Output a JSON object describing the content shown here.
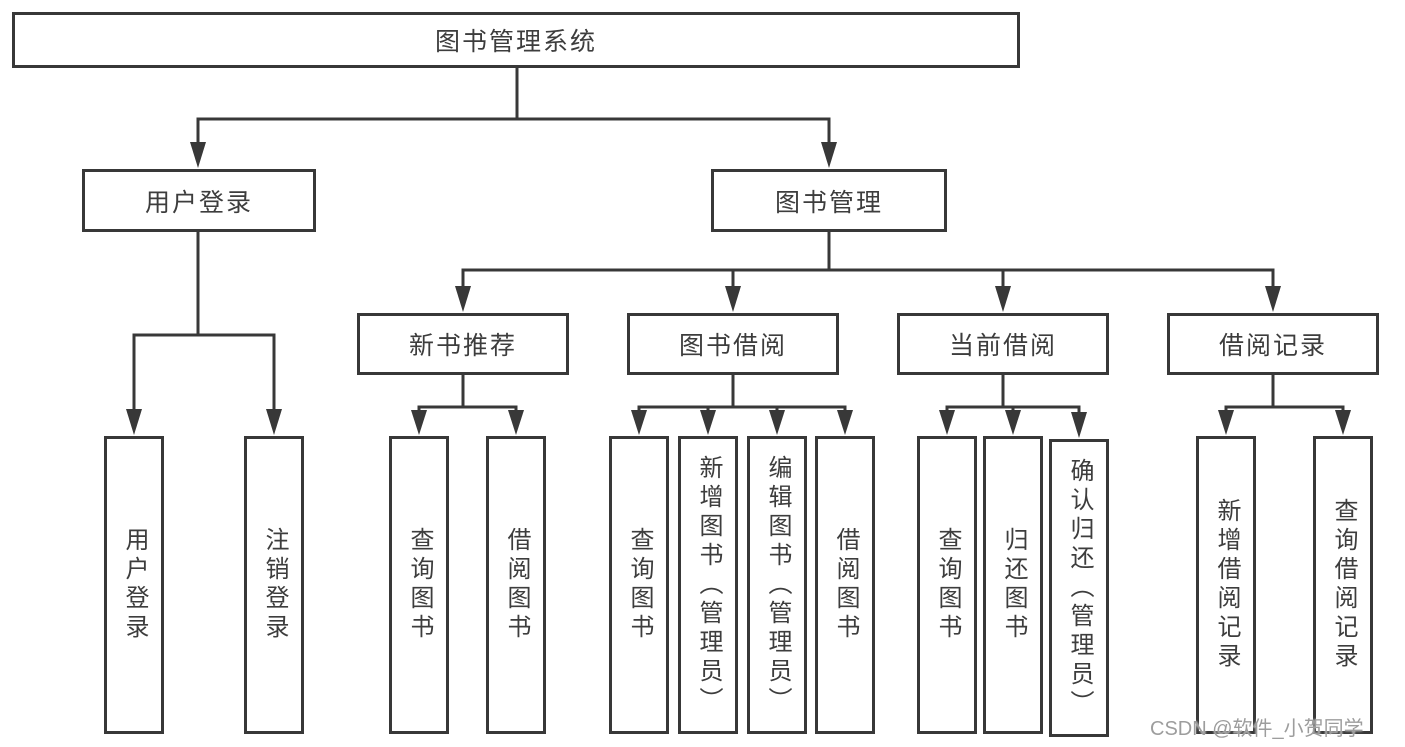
{
  "diagram": {
    "root": "图书管理系统",
    "login": {
      "label": "用户登录",
      "children": [
        "用户登录",
        "注销登录"
      ]
    },
    "manage": {
      "label": "图书管理",
      "groups": [
        {
          "label": "新书推荐",
          "children": [
            "查询图书",
            "借阅图书"
          ]
        },
        {
          "label": "图书借阅",
          "children": [
            "查询图书",
            "新增图书（管理员）",
            "编辑图书（管理员）",
            "借阅图书"
          ]
        },
        {
          "label": "当前借阅",
          "children": [
            "查询图书",
            "归还图书",
            "确认归还（管理员）"
          ]
        },
        {
          "label": "借阅记录",
          "children": [
            "新增借阅记录",
            "查询借阅记录"
          ]
        }
      ]
    }
  },
  "watermark": "CSDN @软件_小贺同学",
  "colors": {
    "line": "#383838",
    "box_border": "#383838",
    "text": "#3d3d3d",
    "watermark": "#9d9d9d",
    "background": "#ffffff"
  }
}
